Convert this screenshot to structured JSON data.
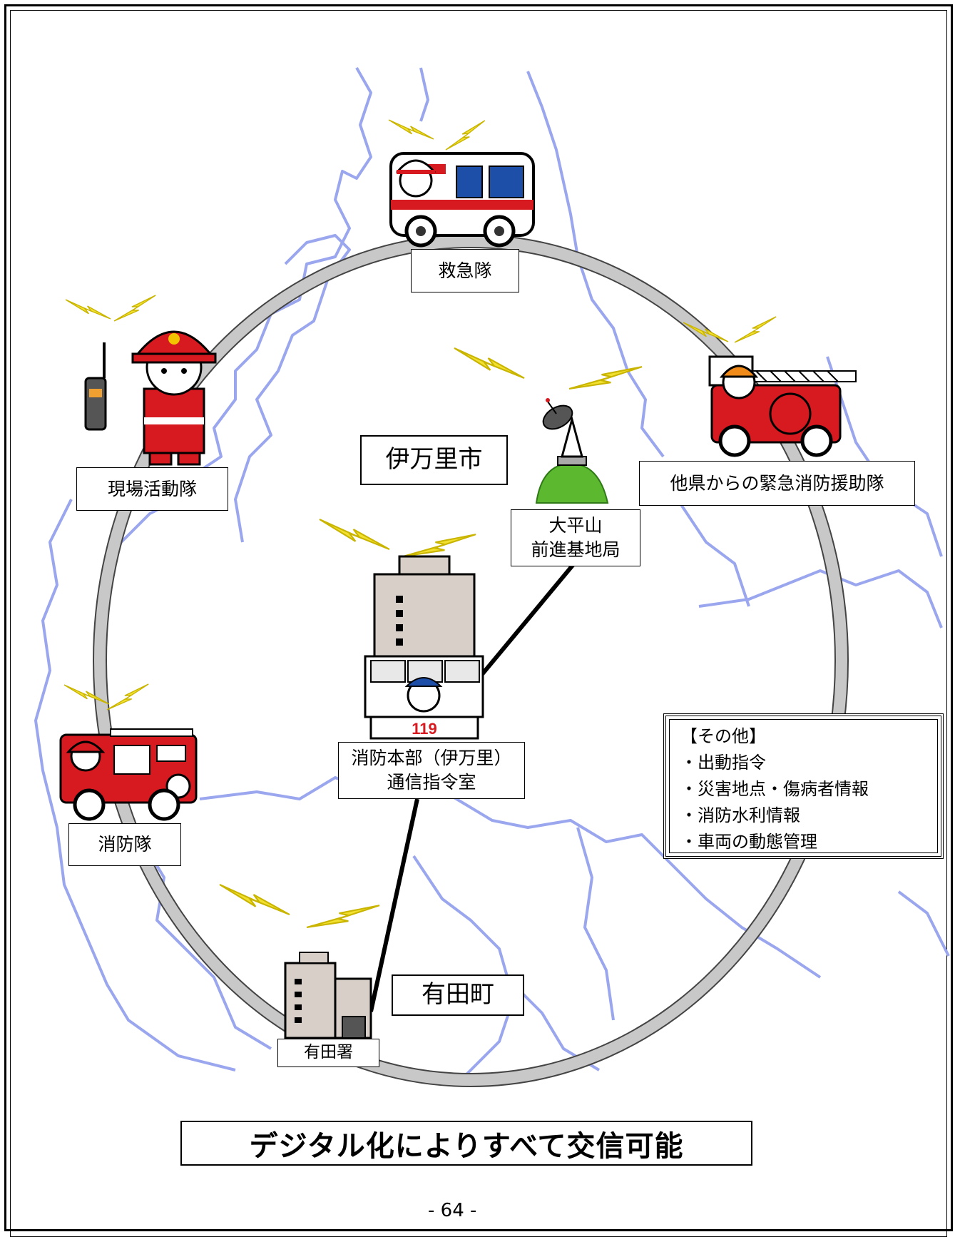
{
  "labels": {
    "ambulance": "救急隊",
    "field_unit": "現場活動隊",
    "aid_unit": "他県からの緊急消防援助隊",
    "city": "伊万里市",
    "relay_line1": "大平山",
    "relay_line2": "前進基地局",
    "hq_line1": "消防本部（伊万里）",
    "hq_line2": "通信指令室",
    "fire_team": "消防隊",
    "town": "有田町",
    "arita_station": "有田署",
    "building_sign": "119"
  },
  "other": {
    "title": "【その他】",
    "items": [
      "出動指令",
      "災害地点・傷病者情報",
      "消防水利情報",
      "車両の動態管理"
    ]
  },
  "banner": "デジタル化によりすべて交信可能",
  "page_number": "- 64 -",
  "colors": {
    "map_lines": "#9aa6ee",
    "ring": "#c8c8c8",
    "lightning": "#f2e030",
    "fire_red": "#d71920",
    "ambulance_blue": "#1d4fa8"
  }
}
